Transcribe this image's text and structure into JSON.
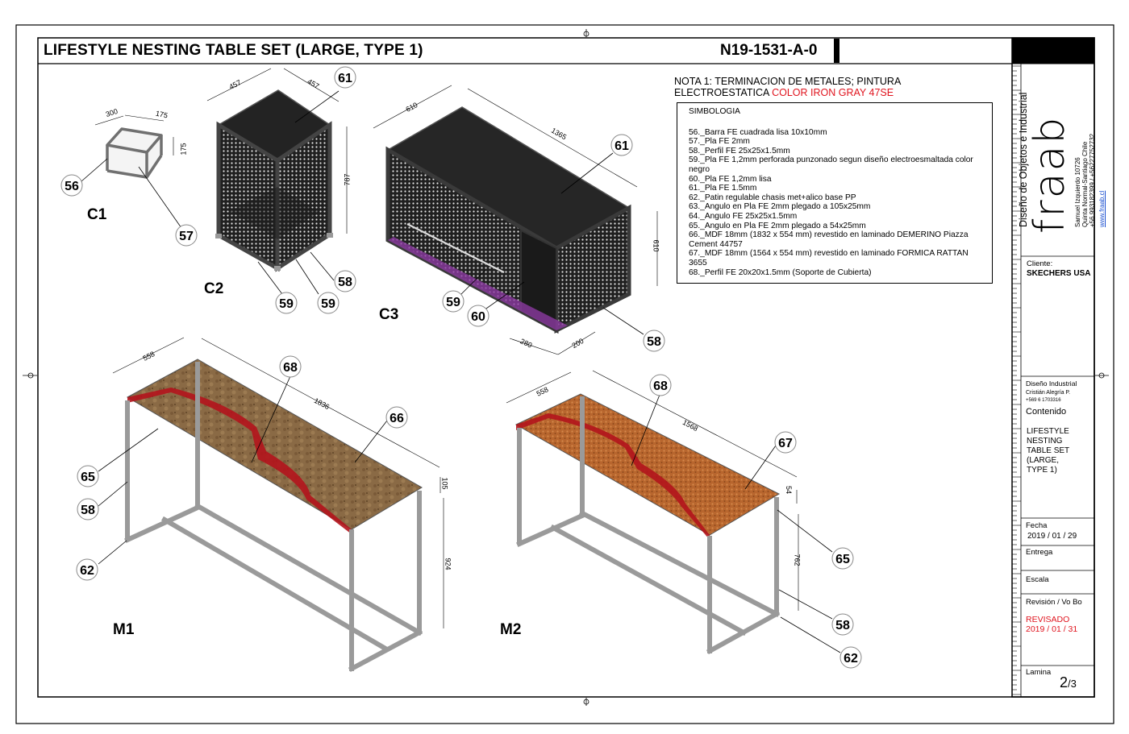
{
  "header": {
    "title": "LIFESTYLE NESTING TABLE SET (LARGE, TYPE 1)",
    "code": "N19-1531-A-0"
  },
  "note": {
    "line1": "NOTA 1: TERMINACION  DE METALES; PINTURA",
    "line2": "ELECTROESTATICA ",
    "line2_red": "COLOR IRON GRAY 47SE"
  },
  "legend": {
    "heading": "SIMBOLOGIA",
    "items": [
      "56._Barra FE cuadrada lisa 10x10mm",
      "57._Pla FE 2mm",
      "58._Perfil FE 25x25x1.5mm",
      "59._Pla FE 1,2mm perforada punzonado segun diseño electroesmaltada color negro",
      "60._Pla FE 1,2mm lisa",
      "61._Pla FE 1.5mm",
      "62._Patin regulable chasis met+alico base PP",
      "63._Angulo en Pla FE 2mm plegado a 105x25mm",
      "64._Angulo FE 25x25x1.5mm",
      "65._Angulo en Pla FE 2mm plegado a 54x25mm",
      "66._MDF 18mm (1832 x 554 mm) revestido en laminado DEMERINO Piazza Cement 44757",
      "67._MDF 18mm (1564 x 554 mm) revestido en laminado FORMICA RATTAN 3655",
      "68._Perfil FE 20x20x1.5mm (Soporte de Cubierta)"
    ]
  },
  "titleblock": {
    "company": "Diseño de Objetos e Industrial",
    "logo": "fraab",
    "address": "Samuel Izquierdo 10726",
    "city": "Quinta Normal-Santiago Chile",
    "phones": "+56 993182399  /  +56227752732",
    "web": "www.fraab.cl",
    "client_label": "Cliente:",
    "client": "SKECHERS USA",
    "designer_label": "Diseño Industrial",
    "designer": "Cristián Alegría P.",
    "designer_phone": "+569 6 1703316",
    "content_label": "Contenido",
    "content": [
      "LIFESTYLE",
      "NESTING",
      "TABLE SET",
      "(LARGE,",
      "TYPE 1)"
    ],
    "date_label": "Fecha",
    "date": "2019 / 01 / 29",
    "delivery_label": "Entrega",
    "scale_label": "Escala",
    "revision_label": "Revisión  / Vo Bo",
    "revision_status": "REVISADO",
    "revision_date": "2019 / 01 / 31",
    "sheet_label": "Lamina",
    "sheet_num": "2",
    "sheet_total": "/3"
  },
  "views": {
    "c1": "C1",
    "c2": "C2",
    "c3": "C3",
    "m1": "M1",
    "m2": "M2"
  },
  "dims": {
    "c1_w": "300",
    "c1_d": "175",
    "c1_h": "175",
    "c2_w": "457",
    "c2_d": "457",
    "c2_h": "787",
    "c3_d": "610",
    "c3_l": "1365",
    "c3_h": "610",
    "c3_a": "280",
    "c3_b": "200",
    "m1_d": "558",
    "m1_l": "1836",
    "m1_t": "105",
    "m1_h": "924",
    "m2_d": "558",
    "m2_l": "1568",
    "m2_t": "54",
    "m2_h": "762"
  },
  "balloons": {
    "c1_56": "56",
    "c1_57": "57",
    "c2_61": "61",
    "c2_58": "58",
    "c2_59a": "59",
    "c2_59b": "59",
    "c3_61": "61",
    "c3_59": "59",
    "c3_60": "60",
    "c3_58": "58",
    "m1_68": "68",
    "m1_66": "66",
    "m1_65": "65",
    "m1_58": "58",
    "m1_62": "62",
    "m2_68": "68",
    "m2_67": "67",
    "m2_65": "65",
    "m2_58": "58",
    "m2_62": "62"
  },
  "colors": {
    "accent_red": "#e0141e",
    "panel_black": "#1a1a1a",
    "wood_m1": "#8a6a45",
    "wood_m2": "#b8662e",
    "edge_red": "#b3141c",
    "frame_gray": "#9a9a9a"
  }
}
